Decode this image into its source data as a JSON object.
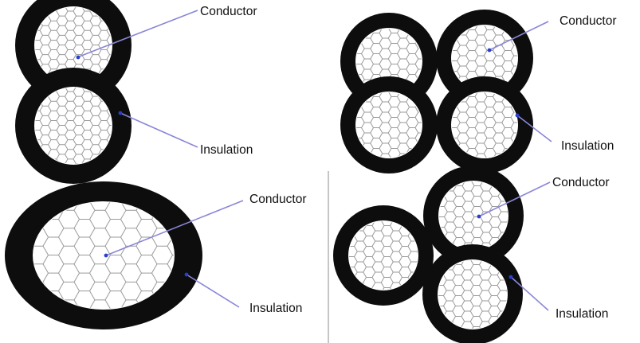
{
  "colors": {
    "background": "#ffffff",
    "insulation": "#0d0d0d",
    "conductor_fill": "#ffffff",
    "strand_line": "#9a9a9a",
    "leader": "#8a86d8",
    "leader_dot": "#2a3fd0",
    "divider": "#8c8c8c"
  },
  "panels": [
    {
      "id": "duplex",
      "conductor_label": "Conductor",
      "insulation_label": "Insulation"
    },
    {
      "id": "quadruplex",
      "conductor_label": "Conductor",
      "insulation_label": "Insulation"
    },
    {
      "id": "single",
      "conductor_label": "Conductor",
      "insulation_label": "Insulation"
    },
    {
      "id": "triplex",
      "conductor_label": "Conductor",
      "insulation_label": "Insulation"
    }
  ]
}
